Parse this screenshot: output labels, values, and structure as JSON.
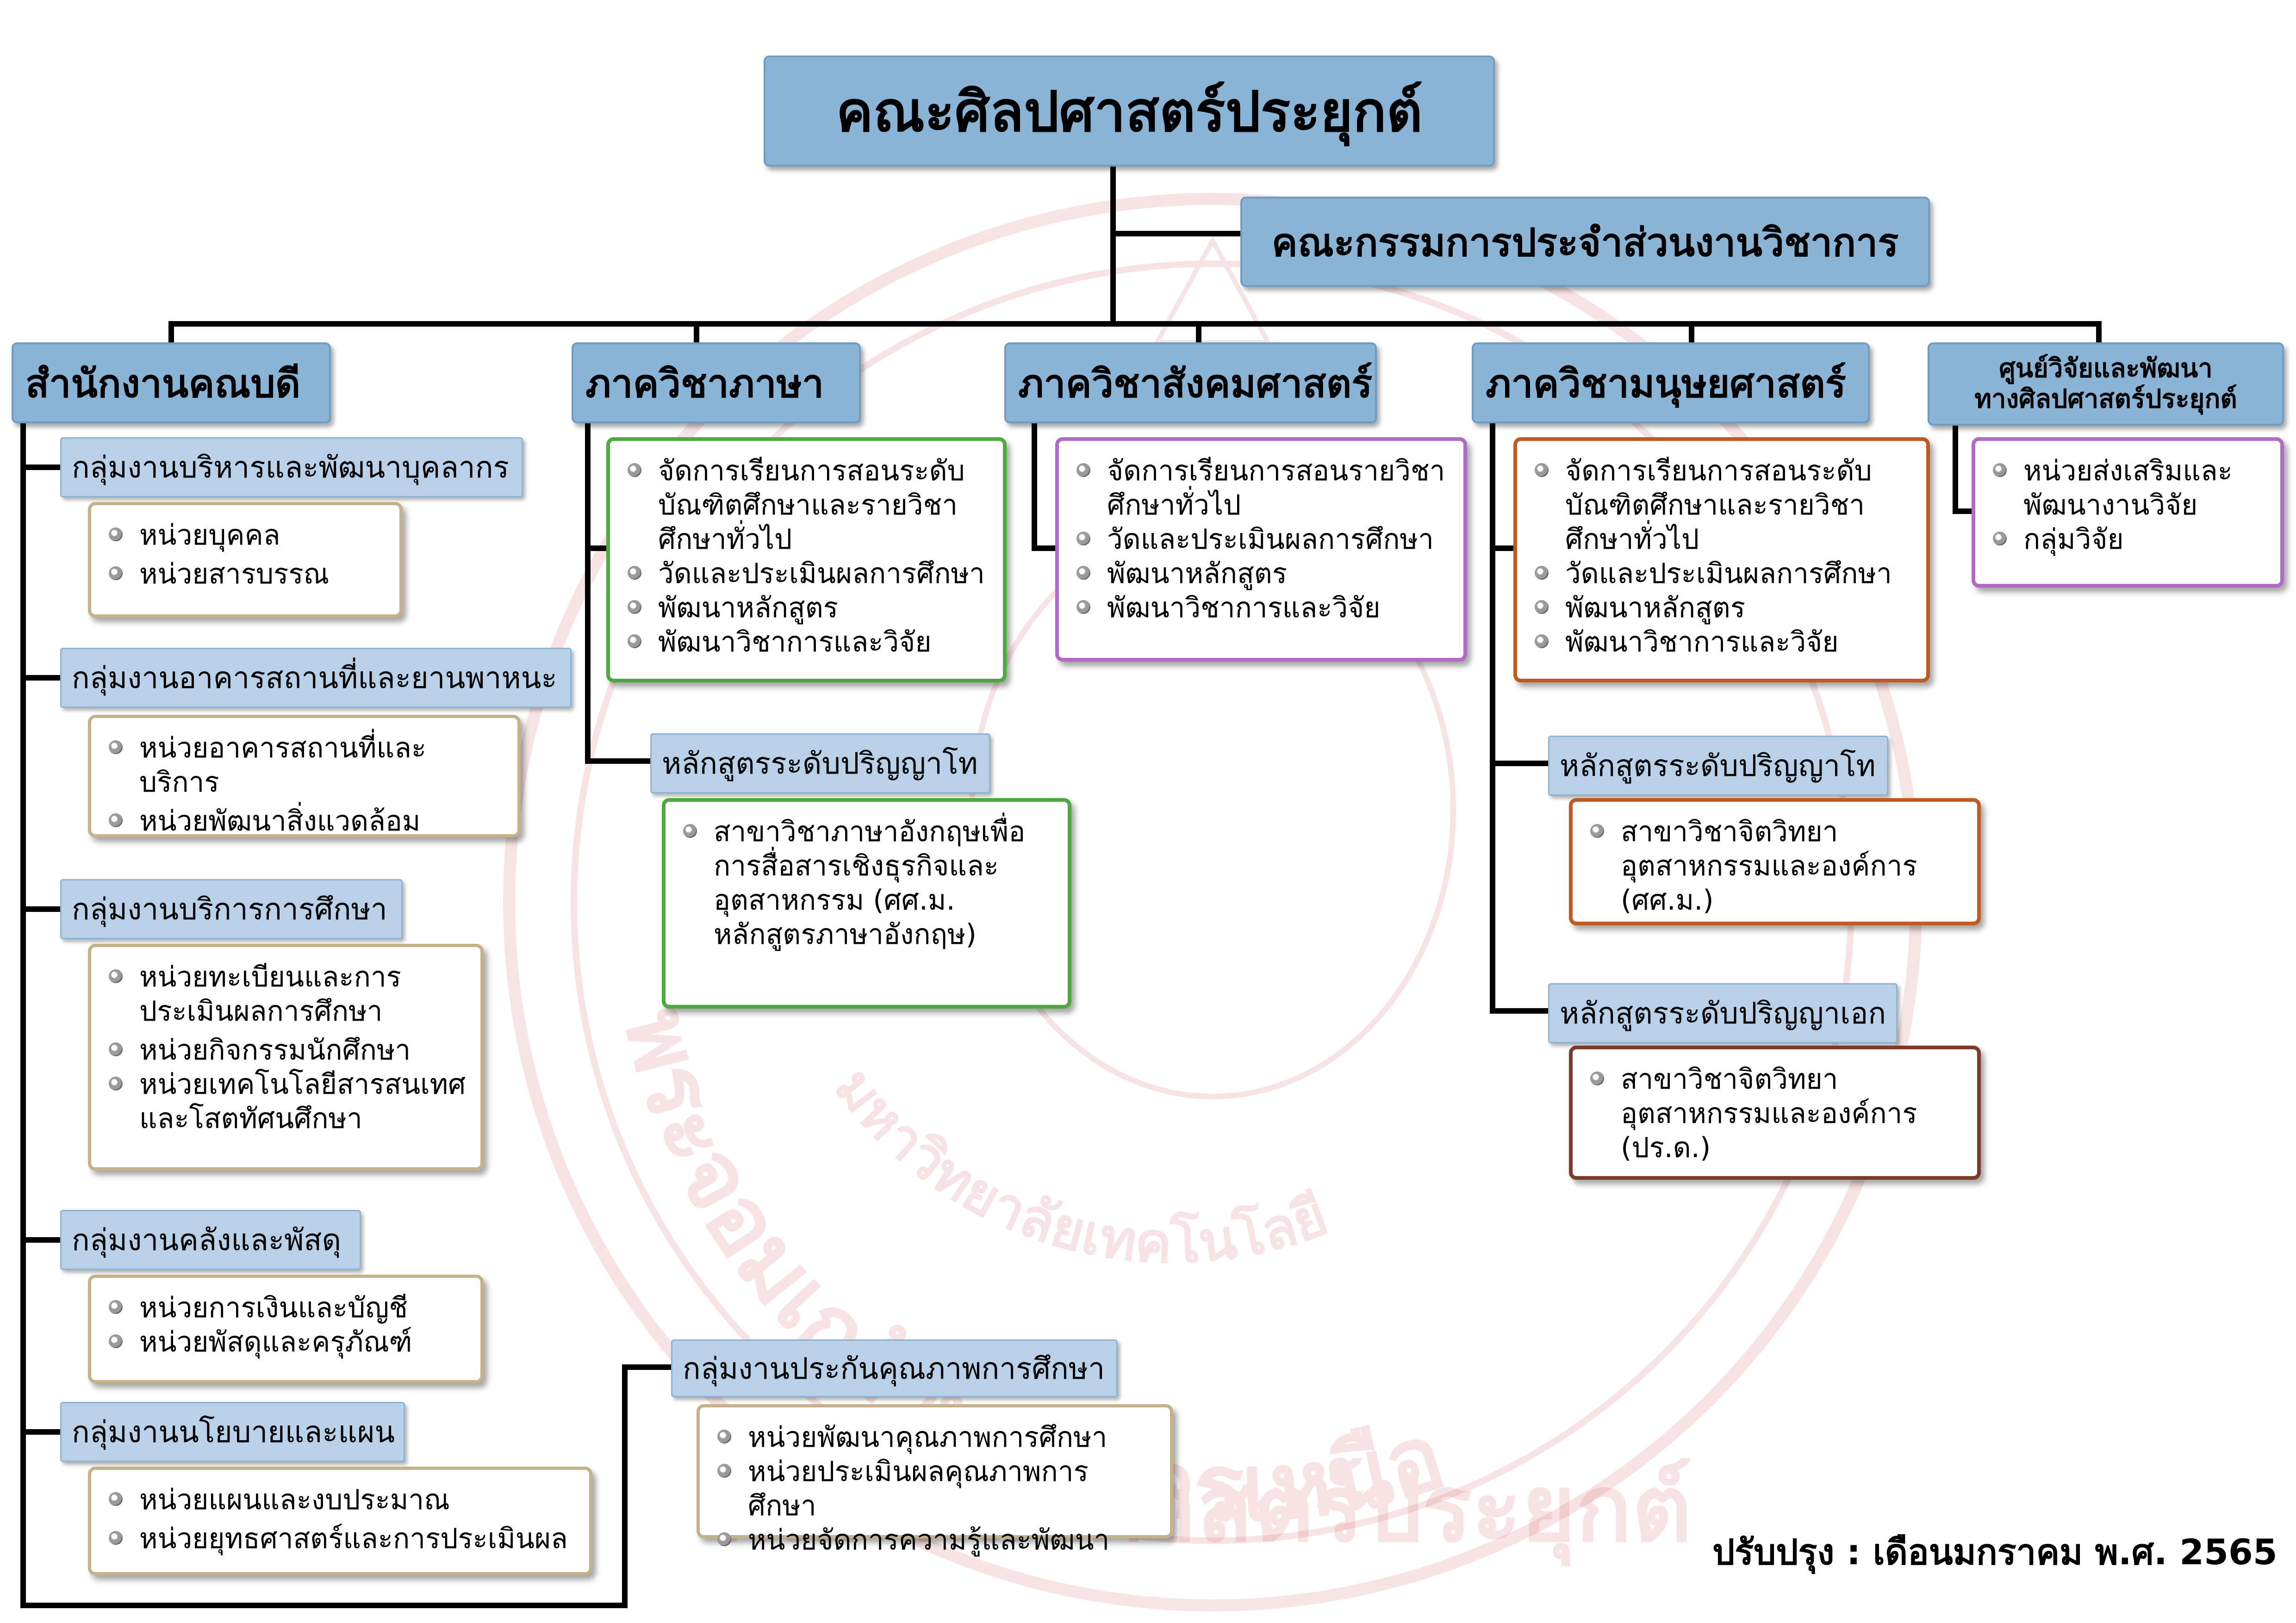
{
  "title": "คณะศิลปศาสตร์ประยุกต์",
  "committee": "คณะกรรมการประจำส่วนงานวิชาการ",
  "dean_office": {
    "label": "สำนักงานคณบดี",
    "groups": [
      {
        "label": "กลุ่มงานบริหารและพัฒนาบุคลากร",
        "items": [
          "หน่วยบุคคล",
          "หน่วยสารบรรณ"
        ]
      },
      {
        "label": "กลุ่มงานอาคารสถานที่และยานพาหนะ",
        "items": [
          "หน่วยอาคารสถานที่และบริการ",
          "หน่วยพัฒนาสิ่งแวดล้อม"
        ]
      },
      {
        "label": "กลุ่มงานบริการการศึกษา",
        "items": [
          "หน่วยทะเบียนและการ ประเมินผลการศึกษา",
          "หน่วยกิจกรรมนักศึกษา",
          "หน่วยเทคโนโลยีสารสนเทศและโสตทัศนศึกษา"
        ]
      },
      {
        "label": "กลุ่มงานคลังและพัสดุ",
        "items": [
          "หน่วยการเงินและบัญชี",
          "หน่วยพัสดุและครุภัณฑ์"
        ]
      },
      {
        "label": "กลุ่มงานนโยบายและแผน",
        "items": [
          "หน่วยแผนและงบประมาณ",
          "หน่วยยุทธศาสตร์และการประเมินผล"
        ]
      }
    ],
    "qa_group": {
      "label": "กลุ่มงานประกันคุณภาพการศึกษา",
      "items": [
        "หน่วยพัฒนาคุณภาพการศึกษา",
        "หน่วยประเมินผลคุณภาพการศึกษา",
        "หน่วยจัดการความรู้และพัฒนา"
      ]
    }
  },
  "dept_language": {
    "label": "ภาควิชาภาษา",
    "items": [
      "จัดการเรียนการสอนระดับบัณฑิตศึกษาและรายวิชาศึกษาทั่วไป",
      "วัดและประเมินผลการศึกษา",
      "พัฒนาหลักสูตร",
      "พัฒนาวิชาการและวิจัย"
    ],
    "masters": {
      "label": "หลักสูตรระดับปริญญาโท",
      "items": [
        "สาขาวิชาภาษาอังกฤษเพื่อการสื่อสารเชิงธุรกิจและอุตสาหกรรม (ศศ.ม. หลักสูตรภาษาอังกฤษ)"
      ]
    }
  },
  "dept_social": {
    "label": "ภาควิชาสังคมศาสตร์",
    "items": [
      "จัดการเรียนการสอนรายวิชาศึกษาทั่วไป",
      "วัดและประเมินผลการศึกษา",
      "พัฒนาหลักสูตร",
      "พัฒนาวิชาการและวิจัย"
    ]
  },
  "dept_humanities": {
    "label": "ภาควิชามนุษยศาสตร์",
    "items": [
      "จัดการเรียนการสอนระดับบัณฑิตศึกษาและรายวิชาศึกษาทั่วไป",
      "วัดและประเมินผลการศึกษา",
      "พัฒนาหลักสูตร",
      "พัฒนาวิชาการและวิจัย"
    ],
    "masters": {
      "label": "หลักสูตรระดับปริญญาโท",
      "items": [
        "สาขาวิชาจิตวิทยาอุตสาหกรรมและองค์การ (ศศ.ม.)"
      ]
    },
    "doctoral": {
      "label": "หลักสูตรระดับปริญญาเอก",
      "items": [
        "สาขาวิชาจิตวิทยาอุตสาหกรรมและองค์การ (ปร.ด.)"
      ]
    }
  },
  "research_center": {
    "label_line1": "ศูนย์วิจัยและพัฒนา",
    "label_line2": "ทางศิลปศาสตร์ประยุกต์",
    "items": [
      "หน่วยส่งเสริมและพัฒนางานวิจัย",
      "กลุ่มวิจัย"
    ]
  },
  "updated": "ปรับปรุง : เดือนมกราคม พ.ศ. 2565",
  "watermark": {
    "text_main": "พระจอมเกล้าพระนครเหนือ",
    "text_sub": "มหาวิทยาลัยเทคโนโลยี",
    "text_bottom": "คณะศิลปศาสตร์ประยุกต์"
  },
  "colors": {
    "header_fill": "#8ab4d6",
    "sub_header_fill": "#b9d1e8",
    "border_gold": "#c4b389",
    "border_green": "#4caa3f",
    "border_purple": "#b26bc4",
    "border_orange": "#c05a24",
    "border_darkred": "#7c3a2b",
    "watermark": "#e8a0a0"
  }
}
